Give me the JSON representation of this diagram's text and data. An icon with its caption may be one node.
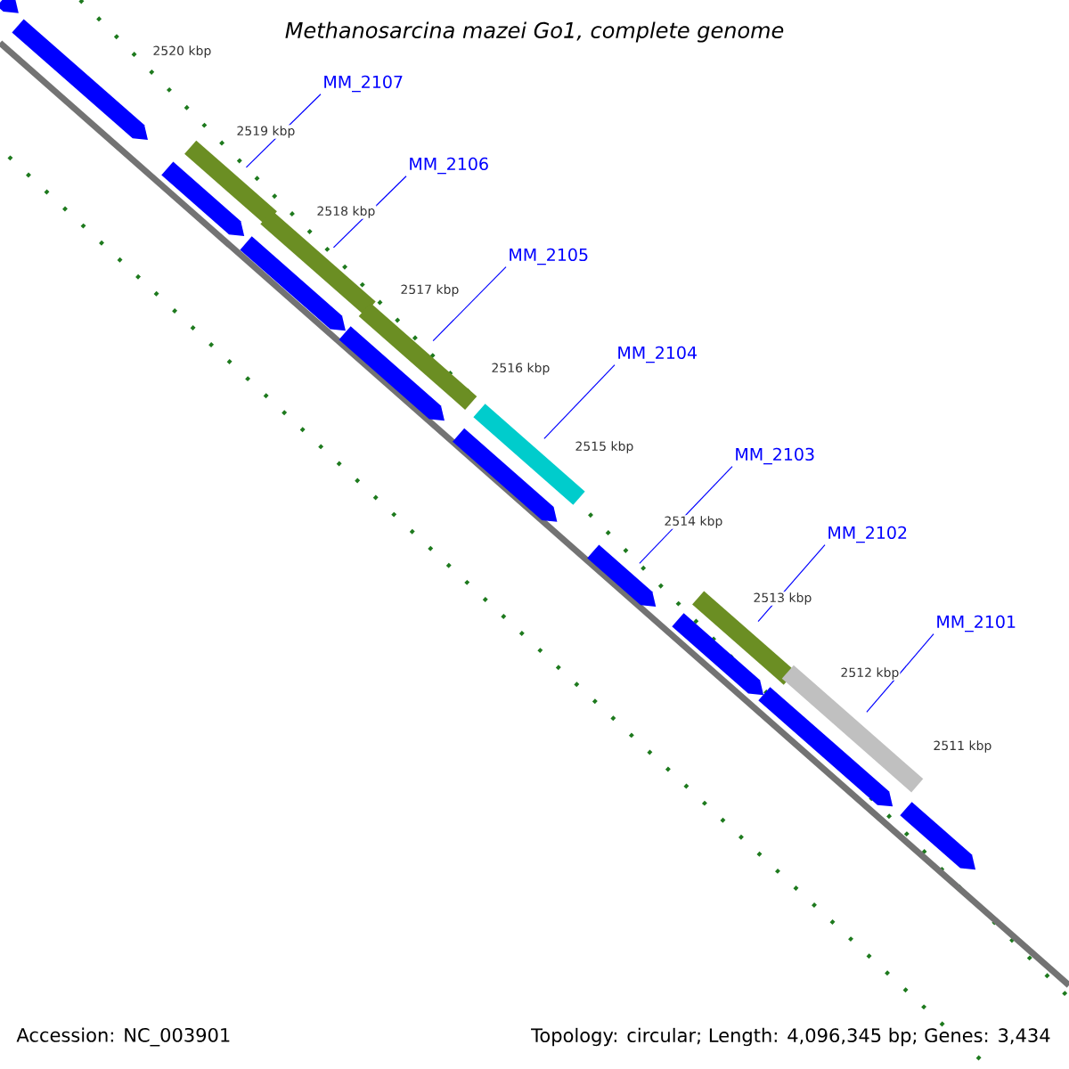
{
  "diagram": {
    "title": "Methanosarcina mazei Go1, complete genome",
    "nodes": [
      {
        "text": [
          "MM_2107"
        ]
      },
      {
        "text": [
          "MM_2106"
        ]
      },
      {
        "text": [
          "MM_2105"
        ]
      },
      {
        "text": [
          "MM_2104"
        ]
      },
      {
        "text": [
          "MM_2103"
        ]
      },
      {
        "text": [
          "MM_2102"
        ]
      },
      {
        "text": [
          "MM_2101"
        ]
      },
      {
        "text": [],
        "shape": "bar"
      },
      {
        "text": [],
        "shape": "bar"
      },
      {
        "text": [],
        "shape": "bar"
      },
      {
        "text": [],
        "shape": "bar"
      },
      {
        "text": [],
        "shape": "arrow"
      },
      {
        "text": [],
        "shape": "bar"
      },
      {
        "text": [],
        "shape": "bar"
      },
      {
        "text": [],
        "shape": "arrow"
      },
      {
        "text": [],
        "shape": "arrow"
      },
      {
        "text": [],
        "shape": "arrow"
      },
      {
        "text": [],
        "shape": "arrow"
      },
      {
        "text": [],
        "shape": "arrow"
      },
      {
        "text": [],
        "shape": "arrow"
      },
      {
        "text": [],
        "shape": "arrow"
      },
      {
        "text": [],
        "shape": "arrow"
      },
      {
        "text": [],
        "shape": "arrow"
      }
    ],
    "edges": [
      {
        "from": 0,
        "to": 7,
        "arrow": "none"
      },
      {
        "from": 1,
        "to": 8,
        "arrow": "none"
      },
      {
        "from": 2,
        "to": 9,
        "arrow": "none"
      },
      {
        "from": 3,
        "to": 10,
        "arrow": "none"
      },
      {
        "from": 4,
        "to": 11,
        "arrow": "none"
      },
      {
        "from": 5,
        "to": 12,
        "arrow": "none"
      },
      {
        "from": 6,
        "to": 13,
        "arrow": "none"
      }
    ],
    "labels": [
      "2520 kbp",
      "2519 kbp",
      "2518 kbp",
      "2517 kbp",
      "2516 kbp",
      "2515 kbp",
      "2514 kbp",
      "2513 kbp",
      "2512 kbp",
      "2511 kbp",
      "Accession: NC_003901",
      "Topology: circular; Length: 4,096,345 bp; Genes: 3,434"
    ]
  }
}
